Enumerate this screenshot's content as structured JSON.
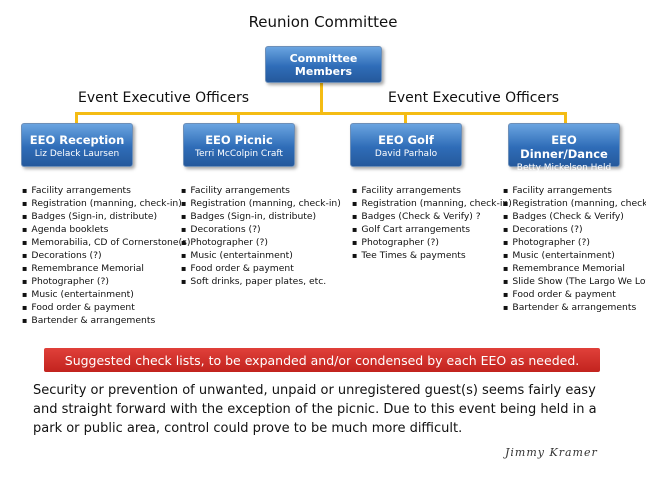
{
  "title": "Reunion Committee",
  "committee_members": "Committee Members",
  "section_labels": [
    "Event Executive Officers",
    "Event Executive Officers"
  ],
  "officers": [
    {
      "name": "EEO Reception",
      "person": "Liz Delack Laursen",
      "items": [
        "Facility arrangements",
        "Registration (manning, check-in)",
        "Badges (Sign-in, distribute)",
        "Agenda booklets",
        "Memorabilia, CD of Cornerstone(s)",
        "Decorations (?)",
        "Remembrance Memorial",
        "Photographer (?)",
        "Music (entertainment)",
        "Food order & payment",
        "Bartender & arrangements"
      ]
    },
    {
      "name": "EEO Picnic",
      "person": "Terri McColpin Craft",
      "items": [
        "Facility arrangements",
        "Registration (manning, check-in)",
        "Badges (Sign-in, distribute)",
        "Decorations (?)",
        "Photographer (?)",
        "Music (entertainment)",
        "Food order & payment",
        "Soft drinks, paper plates, etc."
      ]
    },
    {
      "name": "EEO Golf",
      "person": "David Parhalo",
      "items": [
        "Facility arrangements",
        "Registration (manning, check-in)",
        "Badges (Check & Verify) ?",
        "Golf Cart arrangements",
        "Photographer (?)",
        "Tee Times & payments"
      ]
    },
    {
      "name": "EEO Dinner/Dance",
      "person": "Betty Mickelson Held",
      "items": [
        "Facility arrangements",
        "Registration (manning, check-in)",
        "Badges (Check & Verify)",
        "Decorations (?)",
        "Photographer (?)",
        "Music (entertainment)",
        "Remembrance Memorial",
        "Slide Show (The Largo We Loved)",
        "Food order & payment",
        "Bartender & arrangements"
      ]
    }
  ],
  "banner": "Suggested check lists, to be expanded and/or condensed by each EEO as needed.",
  "note": "Security or prevention of unwanted, unpaid or unregistered guest(s) seems fairly easy and straight forward with the exception of the picnic.  Due to this event being held in a park or public area, control could prove to be much more difficult.",
  "signature": "Jimmy Kramer",
  "colors": {
    "box": "#2f6db8",
    "connector": "#f4bc14",
    "banner": "#c2231e"
  }
}
